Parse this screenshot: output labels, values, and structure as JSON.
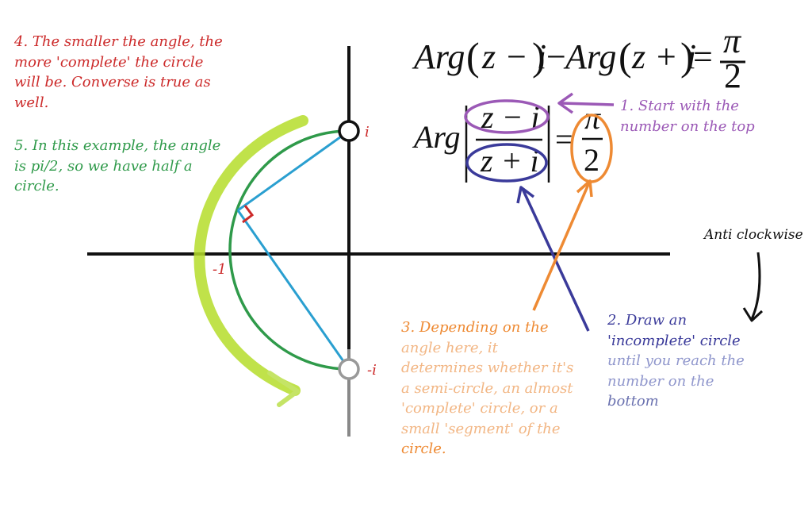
{
  "colors": {
    "red_note": "#cc2a2a",
    "green_note": "#2f9a4a",
    "purple": "#9b59b6",
    "navy": "#3a3a9a",
    "navy_light": "#8f96cc",
    "orange": "#ee8a33",
    "orange_light": "#f2b684",
    "lime": "#b5dd2a",
    "arc_green": "#2f9a4a",
    "chord_blue": "#2a9fd0",
    "right_angle": "#cc2a2a"
  },
  "notes": {
    "note4": "4. The smaller the angle, the\nmore 'complete' the circle\nwill be. Converse is true as\nwell.",
    "note5": "5. In this example, the angle\nis pi/2, so we have half a\ncircle.",
    "note1": "1. Start with the\nnumber on the top",
    "anti_clockwise": "Anti clockwise",
    "note2_line1": "2. Draw an",
    "note2_line2": "'incomplete' circle",
    "note2_line3": "until you reach the",
    "note2_line4": "number on the",
    "note2_line5": "bottom",
    "note3_line1": "3. Depending on the",
    "note3_line2": "angle here, it",
    "note3_line3": "determines whether it's",
    "note3_line4": "a semi-circle, an almost",
    "note3_line5": "'complete' circle, or a",
    "note3_line6": "small 'segment' of the",
    "note3_line7": "circle."
  },
  "axis_labels": {
    "i": "i",
    "minus_i": "-i",
    "minus_one": "-1"
  },
  "equation": {
    "line1": "Arg(z − i) − Arg(z + i) = π/2",
    "arg1": "Arg",
    "arg2": "Arg",
    "arg3": "Arg",
    "z_minus_i": "z − i",
    "z_plus_i_1": "z + i",
    "z_plus_i_2": "z + i",
    "minus": "−",
    "equals": "=",
    "pi": "π",
    "two": "2"
  }
}
